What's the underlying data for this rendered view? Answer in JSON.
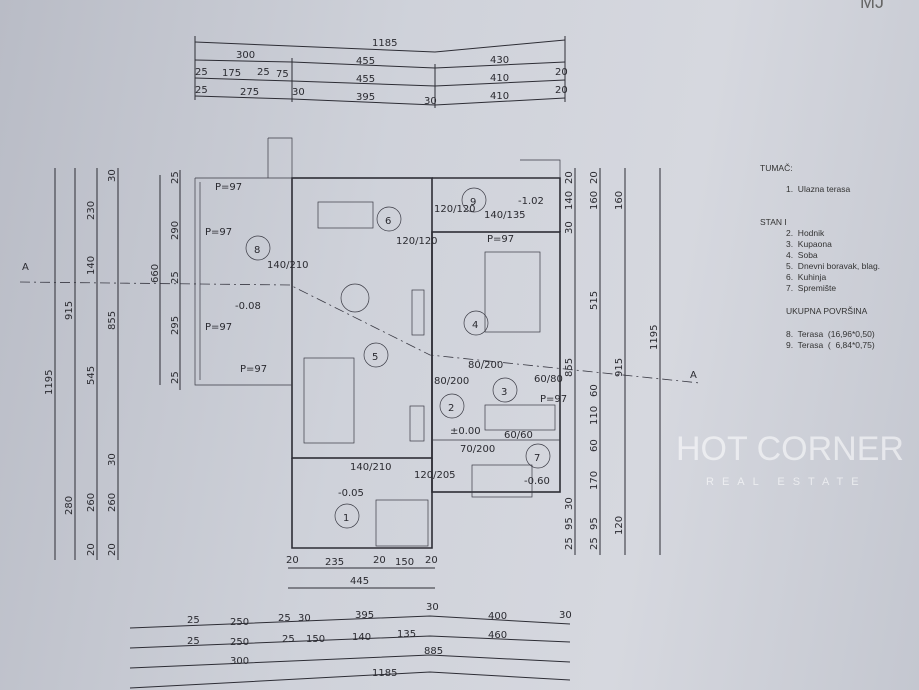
{
  "corner_label": "MJ",
  "watermark": {
    "brand": "HOT CORNER",
    "sub": "REAL ESTATE"
  },
  "legend": {
    "title": "TUMAČ:",
    "entry_1": "1.  Ulazna terasa",
    "unit_title": "STAN I",
    "rooms": [
      "2.  Hodnik",
      "3.  Kupaona",
      "4.  Soba",
      "5.  Dnevni boravak, blag.",
      "6.  Kuhinja",
      "7.  Spremište"
    ],
    "area_title": "UKUPNA POVRŠINA",
    "terraces": [
      "8.  Terasa  (16,96*0,50)",
      "9.  Terasa  (  6,84*0,75)"
    ]
  },
  "top_dims": {
    "row1": [
      "1185"
    ],
    "row2": [
      "300",
      "455",
      "430"
    ],
    "row3": [
      "25",
      "175",
      "25",
      "75",
      "455",
      "410",
      "20"
    ],
    "row4": [
      "25",
      "275",
      "30",
      "395",
      "30",
      "410",
      "20"
    ]
  },
  "bottom_dims": {
    "row1": [
      "25",
      "250",
      "25",
      "30",
      "395",
      "30",
      "400",
      "30"
    ],
    "row2": [
      "25",
      "250",
      "25",
      "150",
      "140",
      "135",
      "460"
    ],
    "row3": [
      "300",
      "885"
    ],
    "row4": [
      "1185"
    ],
    "under_plan": [
      "20",
      "235",
      "20",
      "150",
      "20",
      "445"
    ]
  },
  "left_dims": [
    "1195",
    "915",
    "280",
    "230",
    "140",
    "545",
    "30",
    "260",
    "20",
    "30",
    "855",
    "260",
    "20",
    "25",
    "290",
    "25",
    "295",
    "25",
    "660"
  ],
  "right_dims": [
    "20",
    "140",
    "30",
    "855",
    "30",
    "95",
    "25",
    "20",
    "160",
    "515",
    "60",
    "110",
    "60",
    "170",
    "95",
    "25",
    "160",
    "915",
    "120",
    "1195"
  ],
  "room_numbers": [
    "1",
    "2",
    "3",
    "4",
    "5",
    "6",
    "7",
    "8",
    "9"
  ],
  "section_marks": [
    "A",
    "A"
  ],
  "levels": [
    "-0.05",
    "±0.00",
    "-0.60",
    "-0.08",
    "-1.02"
  ],
  "openings": [
    "140/210",
    "140/210",
    "120/205",
    "80/200",
    "80/200",
    "70/200",
    "120/120",
    "140/135",
    "60/80",
    "60/60",
    "120/120"
  ],
  "terrace_labels": [
    "P=97",
    "P=97",
    "P=97",
    "P=97",
    "P=97",
    "P=97"
  ]
}
